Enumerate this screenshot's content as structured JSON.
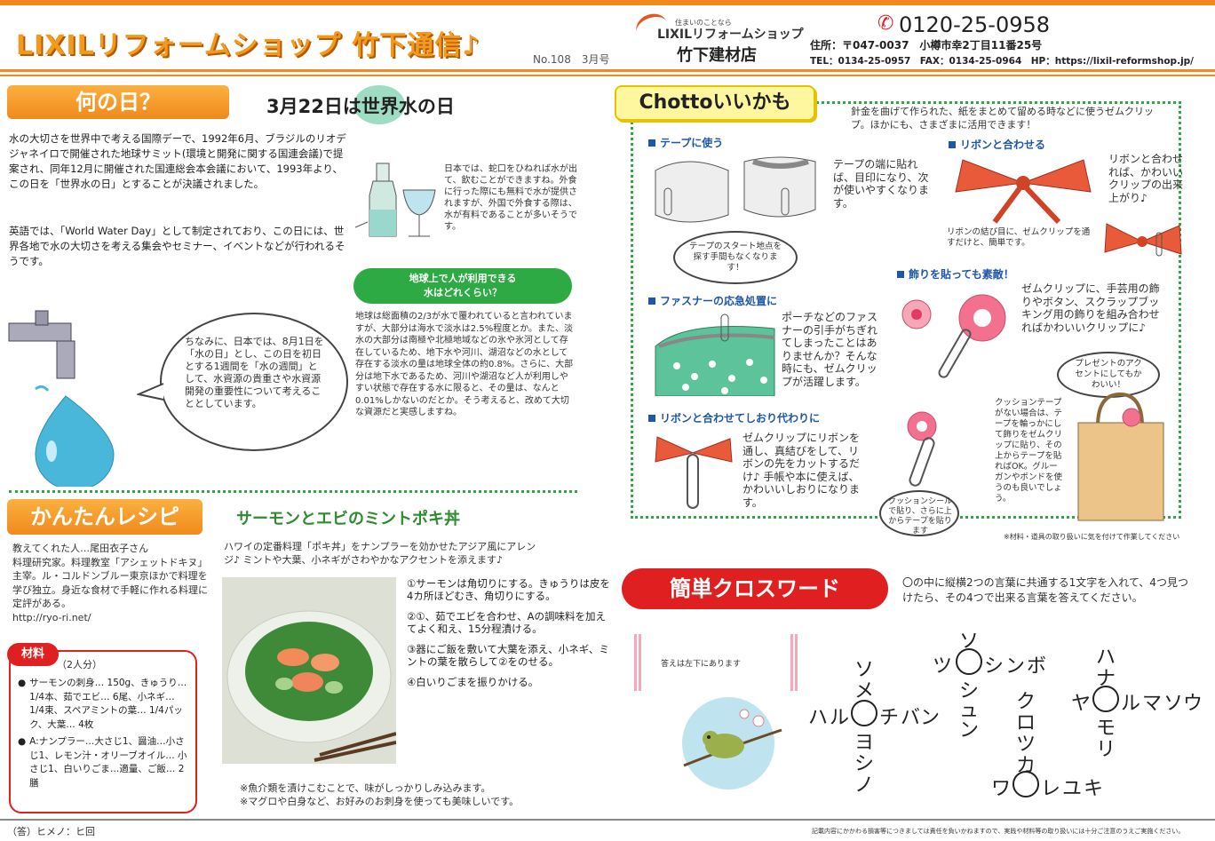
{
  "header": {
    "title": "LIXILリフォームショップ 竹下通信♪",
    "issue": "No.108　3月号",
    "logo_small": "住まいのことなら",
    "logo_main": "LIXILリフォームショップ",
    "store": "竹下建材店",
    "phone": "0120-25-0958",
    "address": "住所：〒047-0037　小樽市幸2丁目11番25号",
    "contact": "TEL：0134-25-0957　FAX：0134-25-0964　HP：https://lixil-reformshop.jp/"
  },
  "nanohi": {
    "label": "何の日？",
    "headline": "3月22日は世界水の日",
    "para1": "水の大切さを世界中で考える国際デーで、1992年6月、ブラジルのリオデジャネイロで開催された地球サミット(環境と開発に関する国連会議)で提案され、同年12月に開催された国連総会本会議において、1993年より、この日を「世界水の日」とすることが決議されました。",
    "para2": "英語では、「World Water Day」として制定されており、この日には、世界各地で水の大切さを考える集会やセミナー、イベントなどが行われるそうです。",
    "glass_note": "日本では、蛇口をひねれば水が出て、飲むことができますね。外食に行った際にも無料で水が提供されますが、外国で外食する際は、水が有料であることが多いそうです。",
    "pill": "地球上で人が利用できる\n水はどれくらい？",
    "earth_text": "地球は総面積の2/3が水で覆われていると言われていますが、大部分は海水で淡水は2.5%程度とか。また、淡水の大部分は南極や北極地域などの氷や氷河として存在しているため、地下水や河川、湖沼などの水として存在する淡水の量は地球全体の約0.8%。さらに、大部分は地下水であるため、河川や湖沼など人が利用しやすい状態で存在する水に限ると、その量は、なんと0.01%しかないのだとか。そう考えると、改めて大切な資源だと実感しますね。",
    "bubble": "ちなみに、日本では、8月1日を「水の日」とし、この日を初日とする1週間を「水の週間」として、水資源の貴重さや水資源開発の重要性について考えることとしています。"
  },
  "recipe": {
    "label": "かんたんレシピ",
    "title": "サーモンとエビのミントポキ丼",
    "teacher": "教えてくれた人…尾田衣子さん\n料理研究家。料理教室「アシェットドキヌ」主宰。ル・コルドンブルー東京ほかで料理を学び独立。身近な食材で手軽に作れる料理に定評がある。\nhttp://ryo-ri.net/",
    "intro": "ハワイの定番料理「ポキ丼」をナンプラーを効かせたアジア風にアレンジ♪ ミントや大葉、小ネギがさわやかなアクセントを添えます♪",
    "ingredients_label": "材料",
    "servings": "（2人分）",
    "ingredients": [
      "サーモンの刺身… 150g、きゅうり… 1/4本、茹でエビ… 6尾、小ネギ… 1/4束、スペアミントの葉… 1/4パック、大葉… 4枚",
      "A:ナンプラー…大さじ1、醤油…小さじ1、レモン汁・オリーブオイル… 小さじ1、白いりごま…適量、ご飯… 2膳"
    ],
    "steps": [
      "①サーモンは角切りにする。きゅうりは皮を4カ所ほどむき、角切りにする。",
      "②①、茹でエビを合わせ、Aの調味料を加えてよく和え、15分程漬ける。",
      "③器にご飯を敷いて大葉を添え、小ネギ、ミントの葉を散らして②をのせる。",
      "④白いりごまを振りかける。"
    ],
    "note": "※魚介類を漬けこむことで、味がしっかりしみ込みます。\n※マグロや白身など、お好みのお刺身を使っても美味しいです。"
  },
  "chotto": {
    "label": "Chottoいいかも",
    "intro": "針金を曲げて作られた、紙をまとめて留める時などに使うゼムクリップ。ほかにも、さまざまに活用できます！",
    "items": [
      {
        "head": "テープに使う",
        "text": "テープの端に貼れば、目印になり、次が使いやすくなります。"
      },
      {
        "head": "リボンと合わせる",
        "text": "リボンと合わせれば、かわいいクリップの出来上がり♪"
      },
      {
        "head": "ファスナーの応急処置に",
        "text": "ポーチなどのファスナーの引手がちぎれてしまったことはありませんか？そんな時にも、ゼムクリップが活躍します。"
      },
      {
        "head": "飾りを貼っても素敵！",
        "text": "ゼムクリップに、手芸用の飾りやボタン、スクラップブッキング用の飾りを組み合わせればかわいいクリップに♪"
      },
      {
        "head": "リボンと合わせてしおり代わりに",
        "text": "ゼムクリップにリボンを通し、真結びをして、リボンの先をカットするだけ♪ 手帳や本に使えば、かわいいしおりになります。"
      }
    ],
    "tape_bubble": "テープのスタート地点を探す手間もなくなります！",
    "ribbon_caption": "リボンの結び目に、ゼムクリップを通すだけと、簡単です。",
    "bag_bubble": "プレゼントのアクセントにしてもかわいい！",
    "cushion_text": "クッションテープがない場合は、テープを輪っかにして飾りをゼムクリップに貼り、その上からテープを貼ればOK。グルーガンやボンドを使うのも良いでしょう。",
    "cushion_bubble": "クッションシールで貼り、さらに上からテープを貼ります",
    "warning": "※材料・道具の取り扱いに気を付けて作業してください"
  },
  "crossword": {
    "label": "簡単クロスワード",
    "intro": "〇の中に縦横2つの言葉に共通する1文字を入れて、4つ見つけたら、その4つで出来る言葉を答えてください。",
    "answer_note": "答えは左下にあります",
    "puzzles": [
      {
        "up": [
          "ソ",
          "メ"
        ],
        "left": [
          "ハ",
          "ル"
        ],
        "right": [
          "チ",
          "バ",
          "ン"
        ],
        "down": [
          "ヨ",
          "シ",
          "ノ"
        ]
      },
      {
        "up": [
          "ソ"
        ],
        "left": [
          "ツ"
        ],
        "right": [
          "シ",
          "ン",
          "ボ"
        ],
        "down": [
          "シ",
          "ュ",
          "ン"
        ]
      },
      {
        "up": [
          "ク",
          "ロ",
          "ツ",
          "カ"
        ],
        "left": [
          "ワ"
        ],
        "right": [
          "レ",
          "ユ",
          "キ"
        ],
        "down": []
      },
      {
        "up": [
          "ハ",
          "ナ"
        ],
        "left": [
          "ヤ"
        ],
        "right": [
          "ル",
          "マ",
          "ソ",
          "ウ"
        ],
        "down": [
          "モ",
          "リ"
        ]
      }
    ]
  },
  "footer": {
    "answer": "（答）ヒメノ：ヒ回",
    "disclaimer": "記載内容にかかわる損害等につきましては責任を負いかねますので、実践や材料等の取り扱いには十分ご注意のうえご実施ください。"
  },
  "colors": {
    "orange": "#f08a1c",
    "green": "#2eaa44",
    "red": "#e02020",
    "blue": "#1f57a8"
  }
}
